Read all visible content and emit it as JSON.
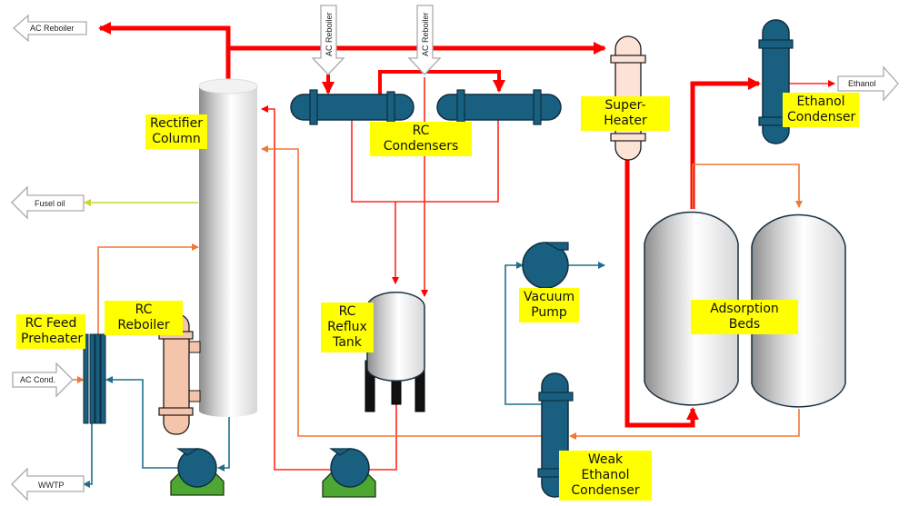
{
  "diagram": {
    "type": "process-flow",
    "equipment_labels": {
      "rectifier_column": "Rectifier\nColumn",
      "rc_condensers": "RC Condensers",
      "super_heater": "Super-Heater",
      "ethanol_condenser": "Ethanol\nCondenser",
      "rc_reboiler": "RC Reboiler",
      "rc_feed_preheater": "RC Feed\nPreheater",
      "rc_reflux_tank": "RC\nReflux\nTank",
      "vacuum_pump": "Vacuum\nPump",
      "adsorption_beds": "Adsorption Beds",
      "weak_ethanol_condenser": "Weak Ethanol\nCondenser"
    },
    "stream_arrows": {
      "ac_reboiler_out": "AC Reboiler",
      "ac_reboiler_in_1": "AC Reboiler",
      "ac_reboiler_in_2": "AC Reboiler",
      "ethanol_out": "Ethanol",
      "fusel_oil_out": "Fusel oil",
      "ac_cond_in": "AC Cond.",
      "wwtp_out": "WWTP"
    },
    "colors": {
      "steam_vapor": "#ff0000",
      "hot_liquid": "#f07838",
      "fusel": "#c8d830",
      "water": "#1e6e8c",
      "equipment_blue": "#195f80",
      "heater_peach": "#f5c5ab",
      "pump_base": "#4ea633",
      "label_bg": "#ffff00"
    }
  }
}
